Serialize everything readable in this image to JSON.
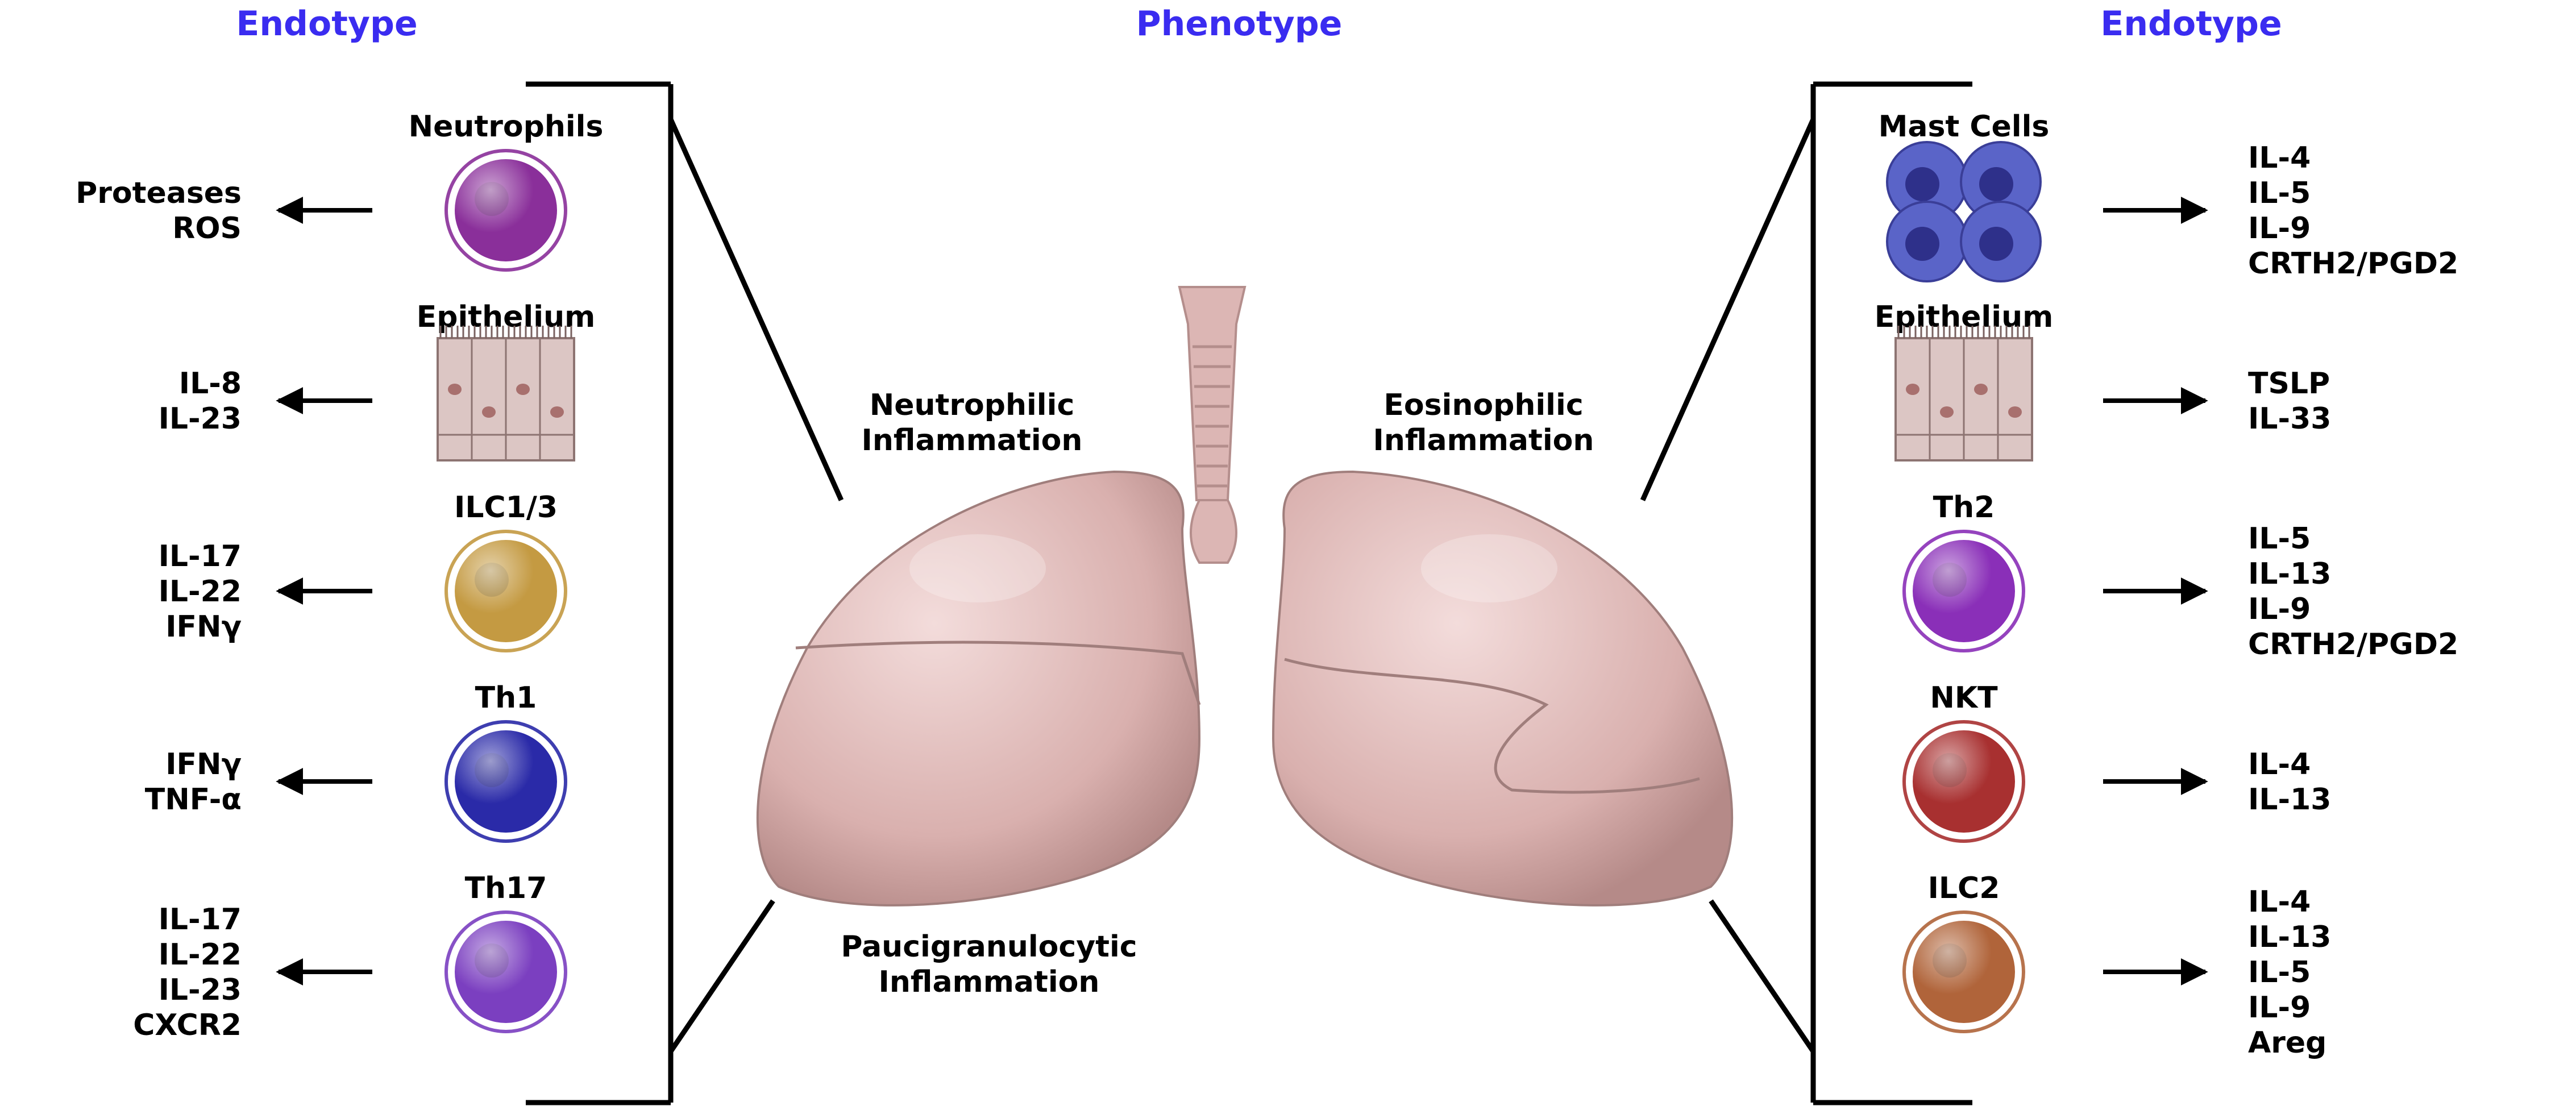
{
  "headers": {
    "left": "Endotype",
    "center": "Phenotype",
    "right": "Endotype",
    "color": "#3a2cf0"
  },
  "phenotypes": {
    "neutrophilic": [
      "Neutrophilic",
      "Inflammation"
    ],
    "eosinophilic": [
      "Eosinophilic",
      "Inflammation"
    ],
    "paucigranulocytic": [
      "Paucigranulocytic",
      "Inflammation"
    ]
  },
  "left": [
    {
      "name": "Neutrophils",
      "products": [
        "Proteases",
        "ROS"
      ],
      "icon": "neutrophil-cell-icon",
      "color": "#8a2f9a"
    },
    {
      "name": "Epithelium",
      "products": [
        "IL-8",
        "IL-23"
      ],
      "icon": "epithelium-icon",
      "color": "#dcc6c4"
    },
    {
      "name": "ILC1/3",
      "products": [
        "IL-17",
        "IL-22",
        "IFNγ"
      ],
      "icon": "ilc13-cell-icon",
      "color": "#c49a42"
    },
    {
      "name": "Th1",
      "products": [
        "IFNγ",
        "TNF-α"
      ],
      "icon": "th1-cell-icon",
      "color": "#2a2aa8"
    },
    {
      "name": "Th17",
      "products": [
        "IL-17",
        "IL-22",
        "IL-23",
        "CXCR2"
      ],
      "icon": "th17-cell-icon",
      "color": "#7b3fc0"
    }
  ],
  "right": [
    {
      "name": "Mast Cells",
      "products": [
        "IL-4",
        "IL-5",
        "IL-9",
        "CRTH2/PGD2"
      ],
      "icon": "mast-cells-icon",
      "color": "#5a64c8"
    },
    {
      "name": "Epithelium",
      "products": [
        "TSLP",
        "IL-33"
      ],
      "icon": "epithelium-icon",
      "color": "#dcc6c4"
    },
    {
      "name": "Th2",
      "products": [
        "IL-5",
        "IL-13",
        "IL-9",
        "CRTH2/PGD2"
      ],
      "icon": "th2-cell-icon",
      "color": "#8a2fb8"
    },
    {
      "name": "NKT",
      "products": [
        "IL-4",
        "IL-13"
      ],
      "icon": "nkt-cell-icon",
      "color": "#a83030"
    },
    {
      "name": "ILC2",
      "products": [
        "IL-4",
        "IL-13",
        "IL-5",
        "IL-9",
        "Areg"
      ],
      "icon": "ilc2-cell-icon",
      "color": "#b0643a"
    }
  ],
  "lung_color": "#e6c4c2"
}
